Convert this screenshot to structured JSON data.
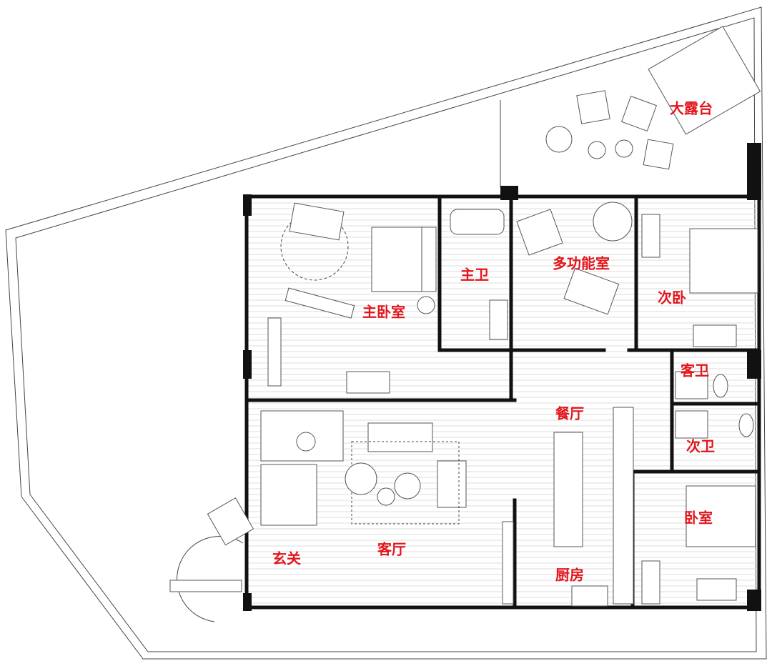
{
  "label_color": "#e2151b",
  "rooms": {
    "terrace": "大露台",
    "master_bedroom": "主卧室",
    "master_bath": "主卫",
    "multi_room": "多功能室",
    "second_bedroom": "次卧",
    "guest_bath": "客卫",
    "dining": "餐厅",
    "second_bath": "次卫",
    "bedroom": "卧室",
    "living": "客厅",
    "entrance": "玄关",
    "kitchen": "厨房"
  }
}
